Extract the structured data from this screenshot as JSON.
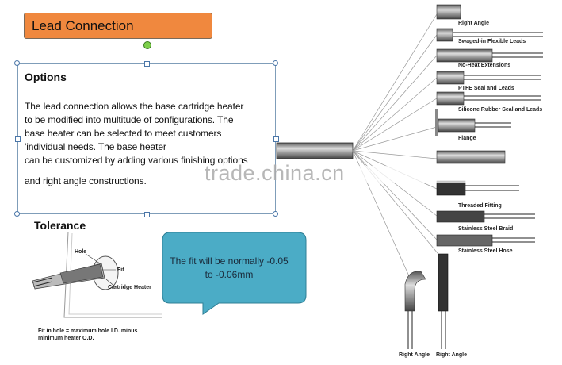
{
  "title": "Lead Connection",
  "options": {
    "heading": "Options",
    "body_lines": [
      "The lead connection allows the base cartridge heater",
      "to be modified into multitude of configurations. The",
      "base heater can be selected to meet customers",
      "'individual needs. The base heater",
      "can be customized by adding various finishing options",
      "and right angle constructions."
    ]
  },
  "tolerance": {
    "heading": "Tolerance",
    "labels": {
      "hole": "Hole",
      "fit": "Fit",
      "heater": "Cartridge Heater"
    },
    "caption_lines": [
      "Fit in hole = maximum hole I.D. minus",
      "minimum heater O.D."
    ]
  },
  "callout": {
    "text": "The fit will be normally -0.05 to -0.06mm",
    "fill": "#4bacc6"
  },
  "watermark": "trade.china.cn",
  "lead_options": [
    "Right Angle",
    "Swaged-in Flexible Leads",
    "No-Heat Extensions",
    "PTFE Seal and Leads",
    "Silicone Rubber Seal and Leads",
    "Flange",
    "Threaded Fitting",
    "Stainless Steel Braid",
    "Stainless Steel Hose",
    "Right Angle",
    "Right Angle"
  ],
  "colors": {
    "title_fill": "#f0883e",
    "selection": "#7f9db9"
  }
}
